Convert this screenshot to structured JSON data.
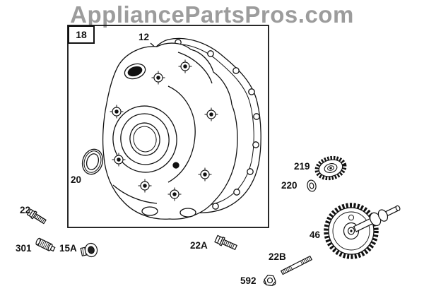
{
  "watermark": {
    "text": "AppliancePartsPros.com"
  },
  "labels": {
    "assembly": "18",
    "cover": "12",
    "seal": "20",
    "screw_22": "22",
    "plug_301": "301",
    "plug_15a": "15A",
    "screw_22a": "22A",
    "stud_22b": "22B",
    "nut_592": "592",
    "gear_219": "219",
    "washer_220": "220",
    "cam_gear_46": "46"
  },
  "colors": {
    "line": "#111111",
    "watermark": "#9c9c9c",
    "background": "#ffffff"
  }
}
